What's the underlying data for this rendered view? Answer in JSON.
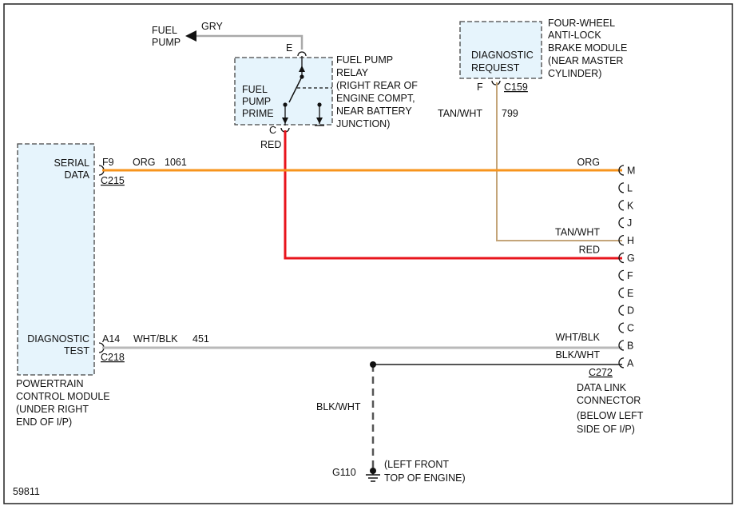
{
  "figure_id": "59811",
  "colors": {
    "org": "#f7941d",
    "red": "#e8141c",
    "tan": "#c4a57a",
    "gry": "#a9a9a9",
    "wht_blk": "#b9b9b9",
    "blk_wht": "#555555",
    "module_fill": "#e6f4fc"
  },
  "fuel_pump": {
    "line1": "FUEL",
    "line2": "PUMP",
    "wire_color": "GRY"
  },
  "relay": {
    "name_lines": [
      "FUEL PUMP",
      "RELAY",
      "(RIGHT REAR OF",
      "ENGINE COMPT,",
      "NEAR BATTERY",
      "JUNCTION)"
    ],
    "inner_lines": [
      "FUEL",
      "PUMP",
      "PRIME"
    ],
    "pin_top": "E",
    "pin_bottom": "C",
    "out_color": "RED"
  },
  "abs_module": {
    "name_lines": [
      "FOUR-WHEEL",
      "ANTI-LOCK",
      "BRAKE MODULE",
      "(NEAR MASTER",
      "CYLINDER)"
    ],
    "inner_lines": [
      "DIAGNOSTIC",
      "REQUEST"
    ],
    "pin": "F",
    "connector": "C159",
    "wire_color": "TAN/WHT",
    "circuit": "799"
  },
  "pcm": {
    "serial_lines": [
      "SERIAL",
      "DATA"
    ],
    "diag_lines": [
      "DIAGNOSTIC",
      "TEST"
    ],
    "name_lines": [
      "POWERTRAIN",
      "CONTROL MODULE",
      "(UNDER RIGHT",
      "END OF I/P)"
    ],
    "serial_pin": "F9",
    "serial_connector": "C215",
    "serial_color": "ORG",
    "serial_circuit": "1061",
    "diag_pin": "A14",
    "diag_connector": "C218",
    "diag_color": "WHT/BLK",
    "diag_circuit": "451"
  },
  "dlc": {
    "pins": [
      "M",
      "L",
      "K",
      "J",
      "H",
      "G",
      "F",
      "E",
      "D",
      "C",
      "B",
      "A"
    ],
    "wire_labels": {
      "M": "ORG",
      "H": "TAN/WHT",
      "G": "RED",
      "B": "WHT/BLK",
      "A": "BLK/WHT"
    },
    "connector": "C272",
    "name_lines": [
      "DATA LINK",
      "CONNECTOR",
      "(BELOW LEFT",
      "SIDE OF I/P)"
    ]
  },
  "ground": {
    "id": "G110",
    "wire_color": "BLK/WHT",
    "location_lines": [
      "(LEFT FRONT",
      "TOP OF ENGINE)"
    ]
  }
}
